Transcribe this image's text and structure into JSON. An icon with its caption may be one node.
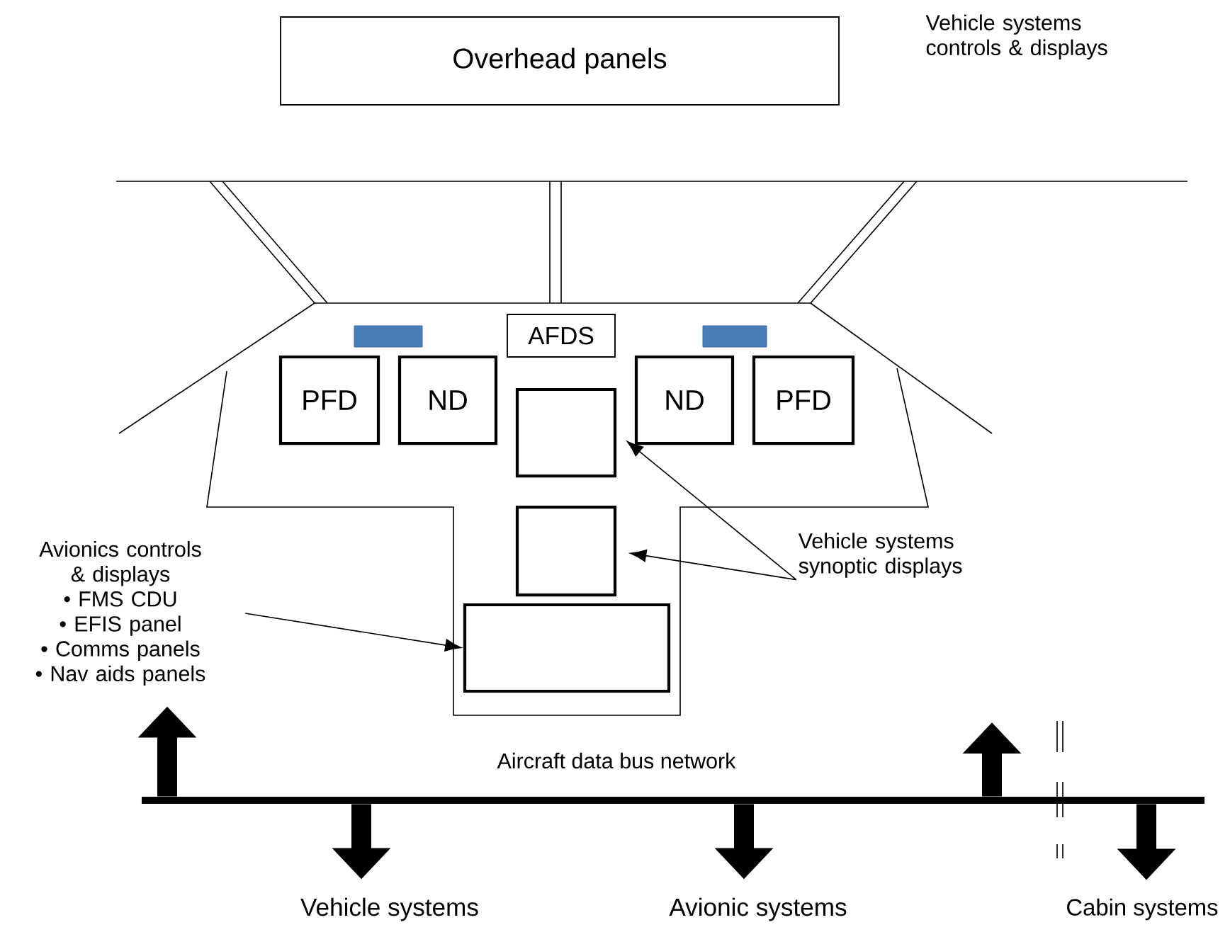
{
  "diagram": {
    "nodes": [
      {
        "text": [
          "Overhead panels"
        ]
      },
      {
        "text": [
          "AFDS"
        ]
      },
      {
        "text": [
          "PFD"
        ]
      },
      {
        "text": [
          "ND"
        ]
      },
      {
        "text": [
          "ND"
        ]
      },
      {
        "text": [
          "PFD"
        ]
      },
      {
        "text": [],
        "shape": "box"
      },
      {
        "text": [],
        "shape": "box"
      },
      {
        "text": [],
        "shape": "box"
      },
      {
        "text": [
          "Avionics controls & displays",
          "• FMS CDU",
          "• EFIS panel",
          "• Comms panels",
          "• Nav aids panels"
        ]
      },
      {
        "text": [
          "Vehicle systems synoptic displays"
        ]
      },
      {
        "text": [
          "Aircraft data bus network"
        ]
      },
      {
        "text": [
          "Vehicle systems"
        ]
      },
      {
        "text": [
          "Avionic systems"
        ]
      },
      {
        "text": [
          "Cabin systems"
        ]
      }
    ],
    "edges": [
      {
        "from": 9,
        "to": 8,
        "arrow": "to"
      },
      {
        "from": 10,
        "to": 6,
        "arrow": "to"
      },
      {
        "from": 10,
        "to": 7,
        "arrow": "to"
      },
      {
        "from": 11,
        "to": 9,
        "arrow": "to"
      },
      {
        "from": 11,
        "to": null,
        "arrow": "to"
      },
      {
        "from": 11,
        "to": 12,
        "arrow": "to"
      },
      {
        "from": 11,
        "to": 13,
        "arrow": "to"
      },
      {
        "from": 11,
        "to": 14,
        "arrow": "to"
      }
    ],
    "labels": [
      "Vehicle systems controls & displays"
    ]
  }
}
